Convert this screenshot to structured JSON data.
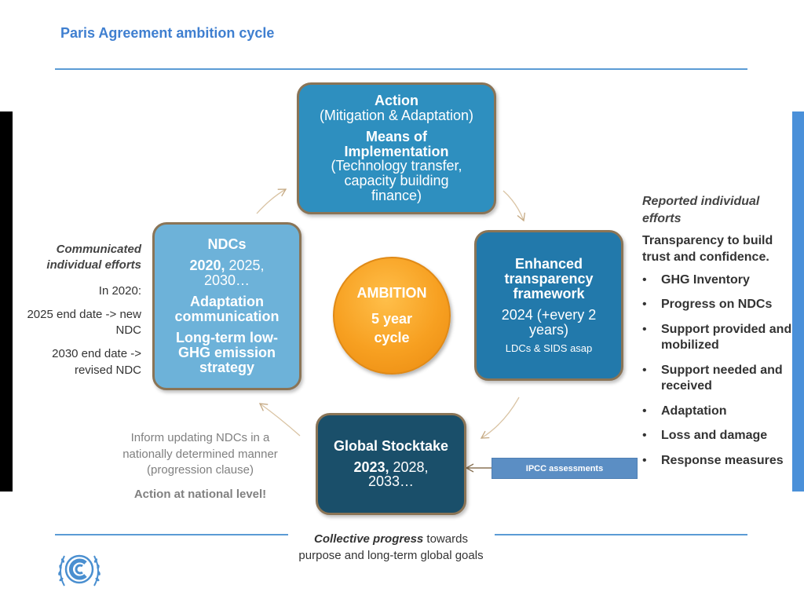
{
  "title": "Paris Agreement ambition cycle",
  "action_box": {
    "line1": "Action",
    "line2": "(Mitigation & Adaptation)",
    "line3": "Means of Implementation",
    "line4": "(Technology transfer, capacity building finance)"
  },
  "ndc_box": {
    "title": "NDCs",
    "years_bold": "2020,",
    "years_rest": " 2025, 2030…",
    "adaptation": "Adaptation communication",
    "strategy": "Long-term low-GHG emission strategy"
  },
  "center_circle": {
    "line1": "AMBITION",
    "line2": "5 year cycle"
  },
  "etf_box": {
    "title": "Enhanced transparency framework",
    "years": "2024 (+every 2 years)",
    "note": "LDCs & SIDS asap"
  },
  "gst_box": {
    "title": "Global Stocktake",
    "years_bold": "2023,",
    "years_rest": " 2028, 2033…"
  },
  "left_notes": {
    "heading": "Communicated individual efforts",
    "in2020": "In 2020:",
    "item1": "2025 end date -> new NDC",
    "item2": "2030 end date -> revised NDC"
  },
  "right_notes": {
    "heading": "Reported individual efforts",
    "intro": "Transparency to build trust and confidence.",
    "items": [
      "GHG Inventory",
      "Progress on NDCs",
      "Support provided and mobilized",
      "Support needed and received",
      "Adaptation",
      "Loss and damage",
      "Response measures"
    ]
  },
  "bottom_left": {
    "inform": "Inform updating NDCs in a nationally determined manner (progression clause)",
    "action_national": "Action at national level!"
  },
  "ipcc_label": "IPCC assessments",
  "collective": {
    "bold_italic": "Collective progress",
    "rest": " towards purpose and long-term global goals"
  },
  "colors": {
    "title": "#3f7fd0",
    "rule": "#5b9bd5",
    "action_box": "#2e8fbf",
    "ndc_box": "#6db2d9",
    "etf_box": "#2279ab",
    "gst_box": "#1a4f6a",
    "circle": "#f7a021",
    "box_border": "#8a7456",
    "ipcc": "#5b8ec4",
    "right_bar": "#4a90d9"
  },
  "icons": {
    "logo": "unfccc-logo",
    "arrows": "curved-arrow"
  }
}
